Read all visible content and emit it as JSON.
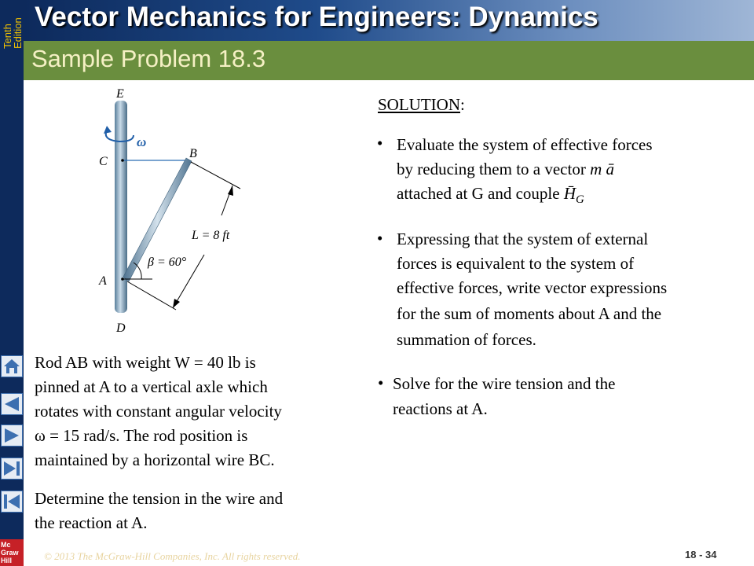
{
  "header": {
    "edition_label": "Tenth Edition",
    "book_title": "Vector Mechanics for Engineers: Dynamics"
  },
  "slide": {
    "title": "Sample Problem 18.3"
  },
  "figure": {
    "label_E": "E",
    "label_C": "C",
    "label_B": "B",
    "label_A": "A",
    "label_D": "D",
    "label_omega": "ω",
    "label_L": "L = 8 ft",
    "label_beta": "β = 60°"
  },
  "problem": {
    "line1": "Rod AB with weight W = 40 lb is",
    "line2": "pinned at A to a vertical axle which",
    "line3": "rotates with constant angular velocity",
    "line4": "ω = 15 rad/s.  The rod position is",
    "line5": "maintained by a horizontal wire BC.",
    "line6": "Determine the tension in the wire and",
    "line7": "the reaction at A."
  },
  "solution": {
    "heading": "SOLUTION",
    "heading_colon": ":",
    "bullet1": {
      "line1": "Evaluate the system of effective forces",
      "line2_text": "by reducing them to a vector",
      "line2_math": "m ā",
      "line3_text": "attached at G and couple",
      "line3_math": "H̄",
      "line3_sub": "G"
    },
    "bullet2": {
      "line1": "Expressing that the system of external",
      "line2": "forces is equivalent to the system of",
      "line3": "effective forces, write vector expressions",
      "line4": "for the sum of moments about A and the",
      "line5": "summation of forces."
    },
    "bullet3": {
      "line1": "Solve for the wire tension and the",
      "line2": "reactions at A."
    },
    "bullet_char": "•"
  },
  "footer": {
    "copyright": "© 2013 The McGraw-Hill Companies, Inc. All rights reserved.",
    "page": "18 - 34",
    "logo_lines": [
      "Mc",
      "Graw",
      "Hill"
    ]
  },
  "nav_icons": [
    "home-icon",
    "previous-icon",
    "next-icon",
    "last-icon",
    "first-icon"
  ],
  "colors": {
    "sidebar": "#0d2a5c",
    "subbar": "#6a8e3e",
    "title_text": "#f5f0c4",
    "edition_text": "#f2c200",
    "logo": "#c62127"
  }
}
